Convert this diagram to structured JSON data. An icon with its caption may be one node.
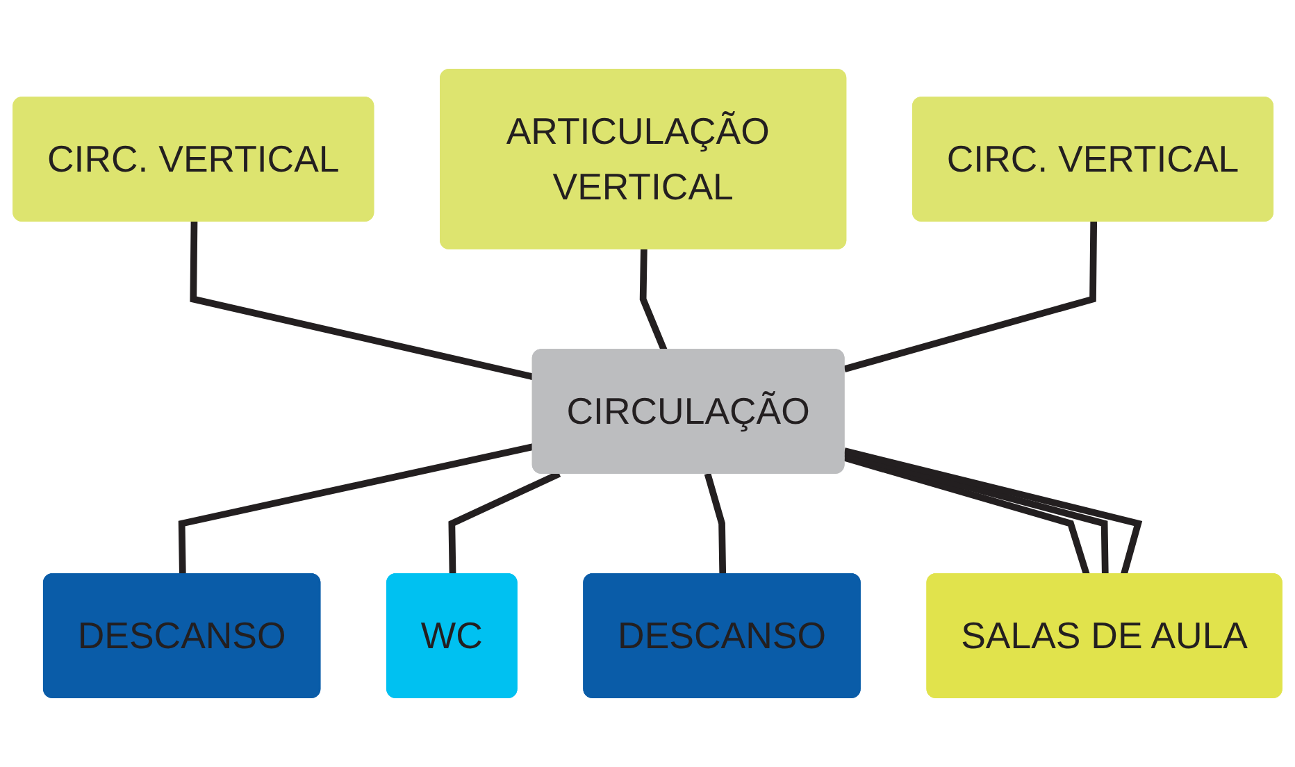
{
  "diagram": {
    "nodes": [
      {
        "text": [
          "CIRC. VERTICAL"
        ]
      },
      {
        "text": [
          "ARTICULAÇÃO VERTICAL"
        ]
      },
      {
        "text": [
          "CIRC. VERTICAL"
        ]
      },
      {
        "text": [
          "CIRCULAÇÃO"
        ]
      },
      {
        "text": [
          "DESCANSO"
        ]
      },
      {
        "text": [
          "WC"
        ]
      },
      {
        "text": [
          "DESCANSO"
        ]
      },
      {
        "text": [
          "SALAS DE AULA"
        ]
      }
    ],
    "edges": [
      {
        "from": 0,
        "to": 3,
        "arrow": "none"
      },
      {
        "from": 1,
        "to": 3,
        "arrow": "none"
      },
      {
        "from": 2,
        "to": 3,
        "arrow": "none"
      },
      {
        "from": 3,
        "to": 4,
        "arrow": "none"
      },
      {
        "from": 3,
        "to": 5,
        "arrow": "none"
      },
      {
        "from": 3,
        "to": 6,
        "arrow": "none"
      },
      {
        "from": 3,
        "to": 7,
        "arrow": "none"
      },
      {
        "from": 3,
        "to": 7,
        "arrow": "none"
      },
      {
        "from": 3,
        "to": 7,
        "arrow": "none"
      }
    ]
  }
}
